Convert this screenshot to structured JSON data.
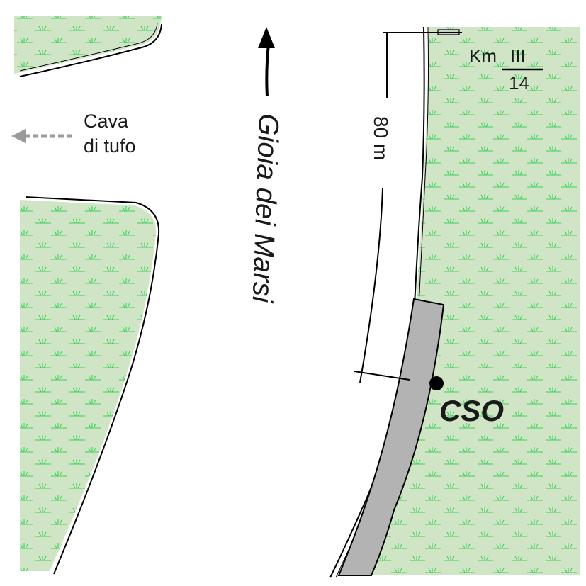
{
  "labels": {
    "cava_line1": "Cava",
    "cava_line2": "di tufo",
    "road_name": "Gioia dei Marsi",
    "distance": "80 m",
    "km_prefix": "Km",
    "km_numerator": "III",
    "km_denominator": "14",
    "station": "CSO"
  },
  "colors": {
    "vegetation_fill": "#cfe5c6",
    "vegetation_symbol": "#3fcf5a",
    "road_edge": "#000000",
    "structure_fill": "#b3b3b3",
    "arrow_dashed": "#9a9a9a"
  },
  "legend_icons": {
    "north_arrow": "arrow-up-icon",
    "cava_arrow": "dashed-arrow-left-icon",
    "station_marker": "dot-icon",
    "vegetation_symbol": "grass-tuft-icon"
  }
}
